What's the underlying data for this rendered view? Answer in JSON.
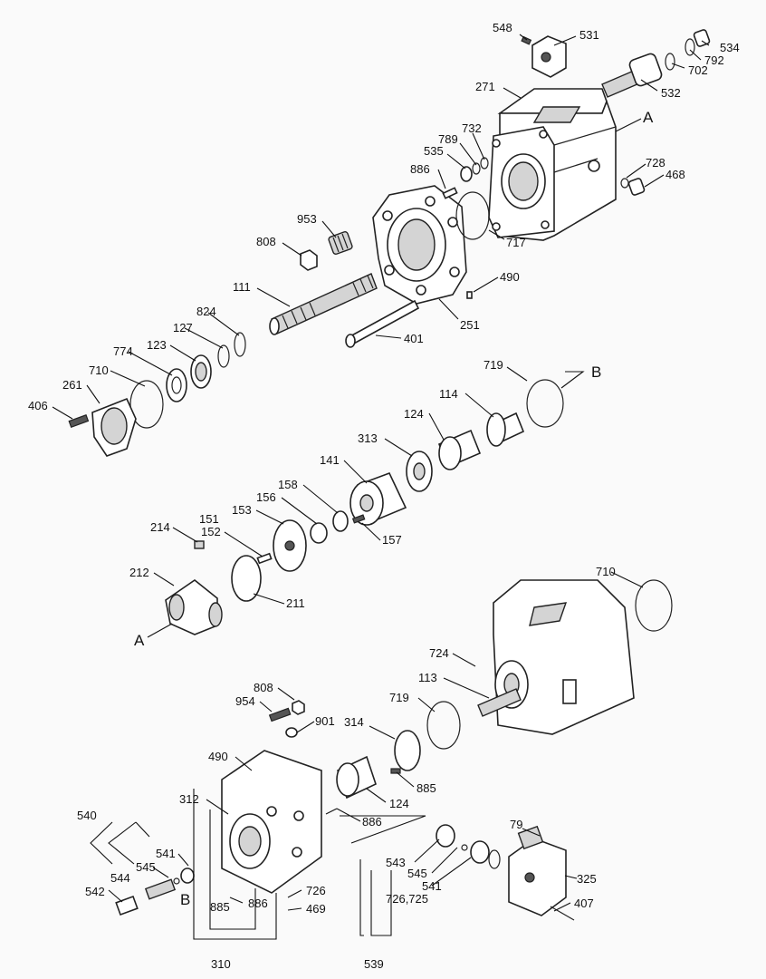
{
  "diagram": {
    "labels": {
      "l548": "548",
      "l531": "531",
      "l534": "534",
      "l792": "792",
      "l702": "702",
      "l532": "532",
      "l271": "271",
      "A_top": "A",
      "l732": "732",
      "l789": "789",
      "l535": "535",
      "l886a": "886",
      "l728": "728",
      "l468": "468",
      "l953": "953",
      "l808a": "808",
      "l717": "717",
      "l490a": "490",
      "l111": "111",
      "l824": "824",
      "l127": "127",
      "l251": "251",
      "l401": "401",
      "l774": "774",
      "l123": "123",
      "l710a": "710",
      "l261": "261",
      "l406": "406",
      "l719a": "719",
      "B_top": "B",
      "l114": "114",
      "l124a": "124",
      "l313": "313",
      "l141": "141",
      "l158": "158",
      "l156": "156",
      "l153": "153",
      "l157": "157",
      "l151": "151",
      "l214": "214",
      "l152": "152",
      "l212": "212",
      "l211": "211",
      "A_bottom": "A",
      "l710b": "710",
      "l724": "724",
      "l113": "113",
      "l808b": "808",
      "l954": "954",
      "l719b": "719",
      "l901": "901",
      "l314": "314",
      "l490b": "490",
      "l885a": "885",
      "l312": "312",
      "l124b": "124",
      "l886b": "886",
      "l540": "540",
      "l79": "79",
      "l541a": "541",
      "l543": "543",
      "l545a": "545",
      "l544": "544",
      "l545b": "545",
      "l325": "325",
      "l542": "542",
      "l541b": "541",
      "B_bottom": "B",
      "l726a": "726",
      "l726725": "726,725",
      "l886c": "886",
      "l469": "469",
      "l407": "407",
      "l885b": "885",
      "l310": "310",
      "l539": "539"
    }
  }
}
